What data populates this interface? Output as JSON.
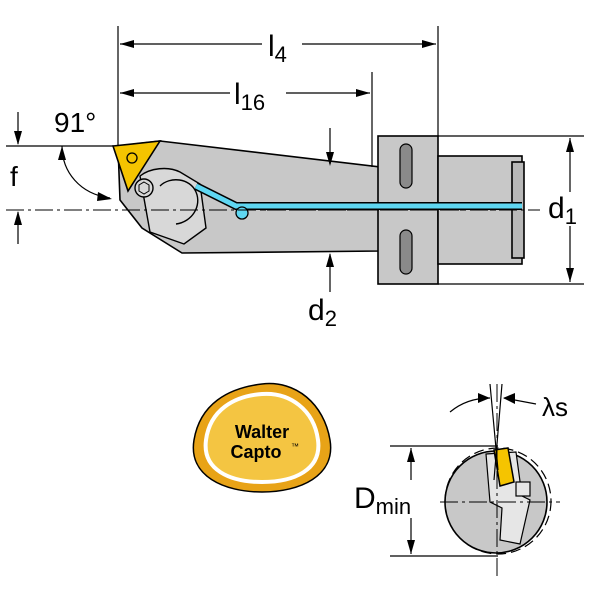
{
  "drawing": {
    "labels": {
      "l4_main": "l",
      "l4_sub": "4",
      "l16_main": "l",
      "l16_sub": "16",
      "angle": "91°",
      "f": "f",
      "d1_main": "d",
      "d1_sub": "1",
      "d2_main": "d",
      "d2_sub": "2",
      "dmin_main": "D",
      "dmin_sub": "min",
      "lambda_s": "λs"
    },
    "logo": {
      "line1": "Walter",
      "line2": "Capto",
      "trademark": "™"
    },
    "colors": {
      "body": "#c8c8c8",
      "insert": "#f5c400",
      "coolant": "#5fd7f2",
      "logo_ring": "#e8a317",
      "logo_inner": "#f4c542"
    }
  }
}
